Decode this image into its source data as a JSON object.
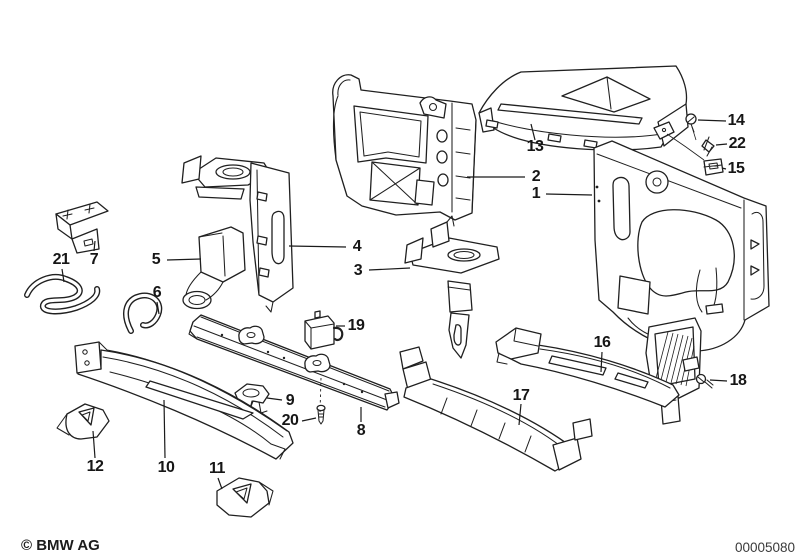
{
  "diagram": {
    "background_color": "#ffffff",
    "line_color": "#202020",
    "part_labels": [
      {
        "number": "1"
      },
      {
        "number": "2"
      },
      {
        "number": "3"
      },
      {
        "number": "4"
      },
      {
        "number": "5"
      },
      {
        "number": "6"
      },
      {
        "number": "7"
      },
      {
        "number": "8"
      },
      {
        "number": "9"
      },
      {
        "number": "10"
      },
      {
        "number": "11"
      },
      {
        "number": "12"
      },
      {
        "number": "13"
      },
      {
        "number": "14"
      },
      {
        "number": "15"
      },
      {
        "number": "16"
      },
      {
        "number": "17"
      },
      {
        "number": "18"
      },
      {
        "number": "19"
      },
      {
        "number": "20"
      },
      {
        "number": "21"
      },
      {
        "number": "22"
      }
    ],
    "footer": {
      "copyright": "© BMW AG",
      "drawing_number": "00005080"
    }
  }
}
